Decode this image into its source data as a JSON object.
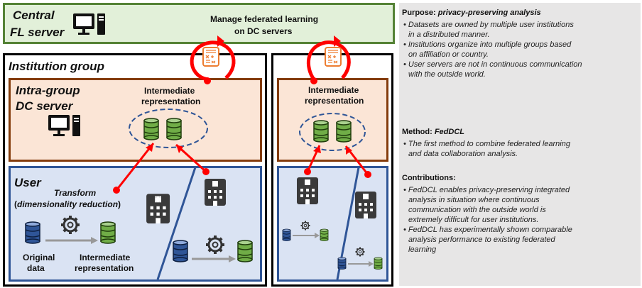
{
  "server": {
    "title_line1": "Central",
    "title_line2": "FL server",
    "manage_line1": "Manage federated learning",
    "manage_line2": "on DC servers"
  },
  "group": {
    "title": "Institution group",
    "dc_title_line1": "Intra-group",
    "dc_title_line2": "DC server",
    "intermediate_line1": "Intermediate",
    "intermediate_line2": "representation",
    "user_title": "User",
    "transform_line1": "Transform",
    "transform_line2_prefix": "(",
    "transform_line2_italic": "dimensionality reduction",
    "transform_line2_suffix": ")",
    "original_line1": "Original",
    "original_line2": "data",
    "repr_line1": "Intermediate",
    "repr_line2": "representation"
  },
  "group2": {
    "intermediate_line1": "Intermediate",
    "intermediate_line2": "representation"
  },
  "summary": {
    "purpose_label": "Purpose: ",
    "purpose_value": "privacy-preserving analysis",
    "purpose_bullets": [
      "• Datasets are owned by multiple user institutions",
      "  in a distributed manner.",
      "• Institutions organize into multiple groups based",
      "  on affiliation or country.",
      "• User servers are not in continuous communication",
      "  with the outside world."
    ],
    "method_label": "Method: ",
    "method_value": "FedDCL",
    "method_bullets": [
      "• The first method to combine federated learning",
      "  and data collaboration analysis."
    ],
    "contributions_label": "Contributions:",
    "contributions_bullets": [
      "• FedDCL enables privacy-preserving integrated",
      "  analysis in situation where continuous",
      "  communication with the outside world is",
      "  extremely difficult for user institutions.",
      "• FedDCL has experimentally shown comparable",
      "  analysis performance to existing federated",
      "  learning"
    ]
  },
  "colors": {
    "server_fill": "#e2f0d9",
    "dc_fill": "#fbe5d6",
    "user_fill": "#dae3f3",
    "summary_fill": "#e7e6e6",
    "arrow_red": "#ff0000",
    "db_green": "#70ad47",
    "db_blue": "#2f5597"
  },
  "icons": [
    "computer-icon",
    "hospital-icon",
    "gear-icon",
    "database-icon",
    "model-icon"
  ]
}
